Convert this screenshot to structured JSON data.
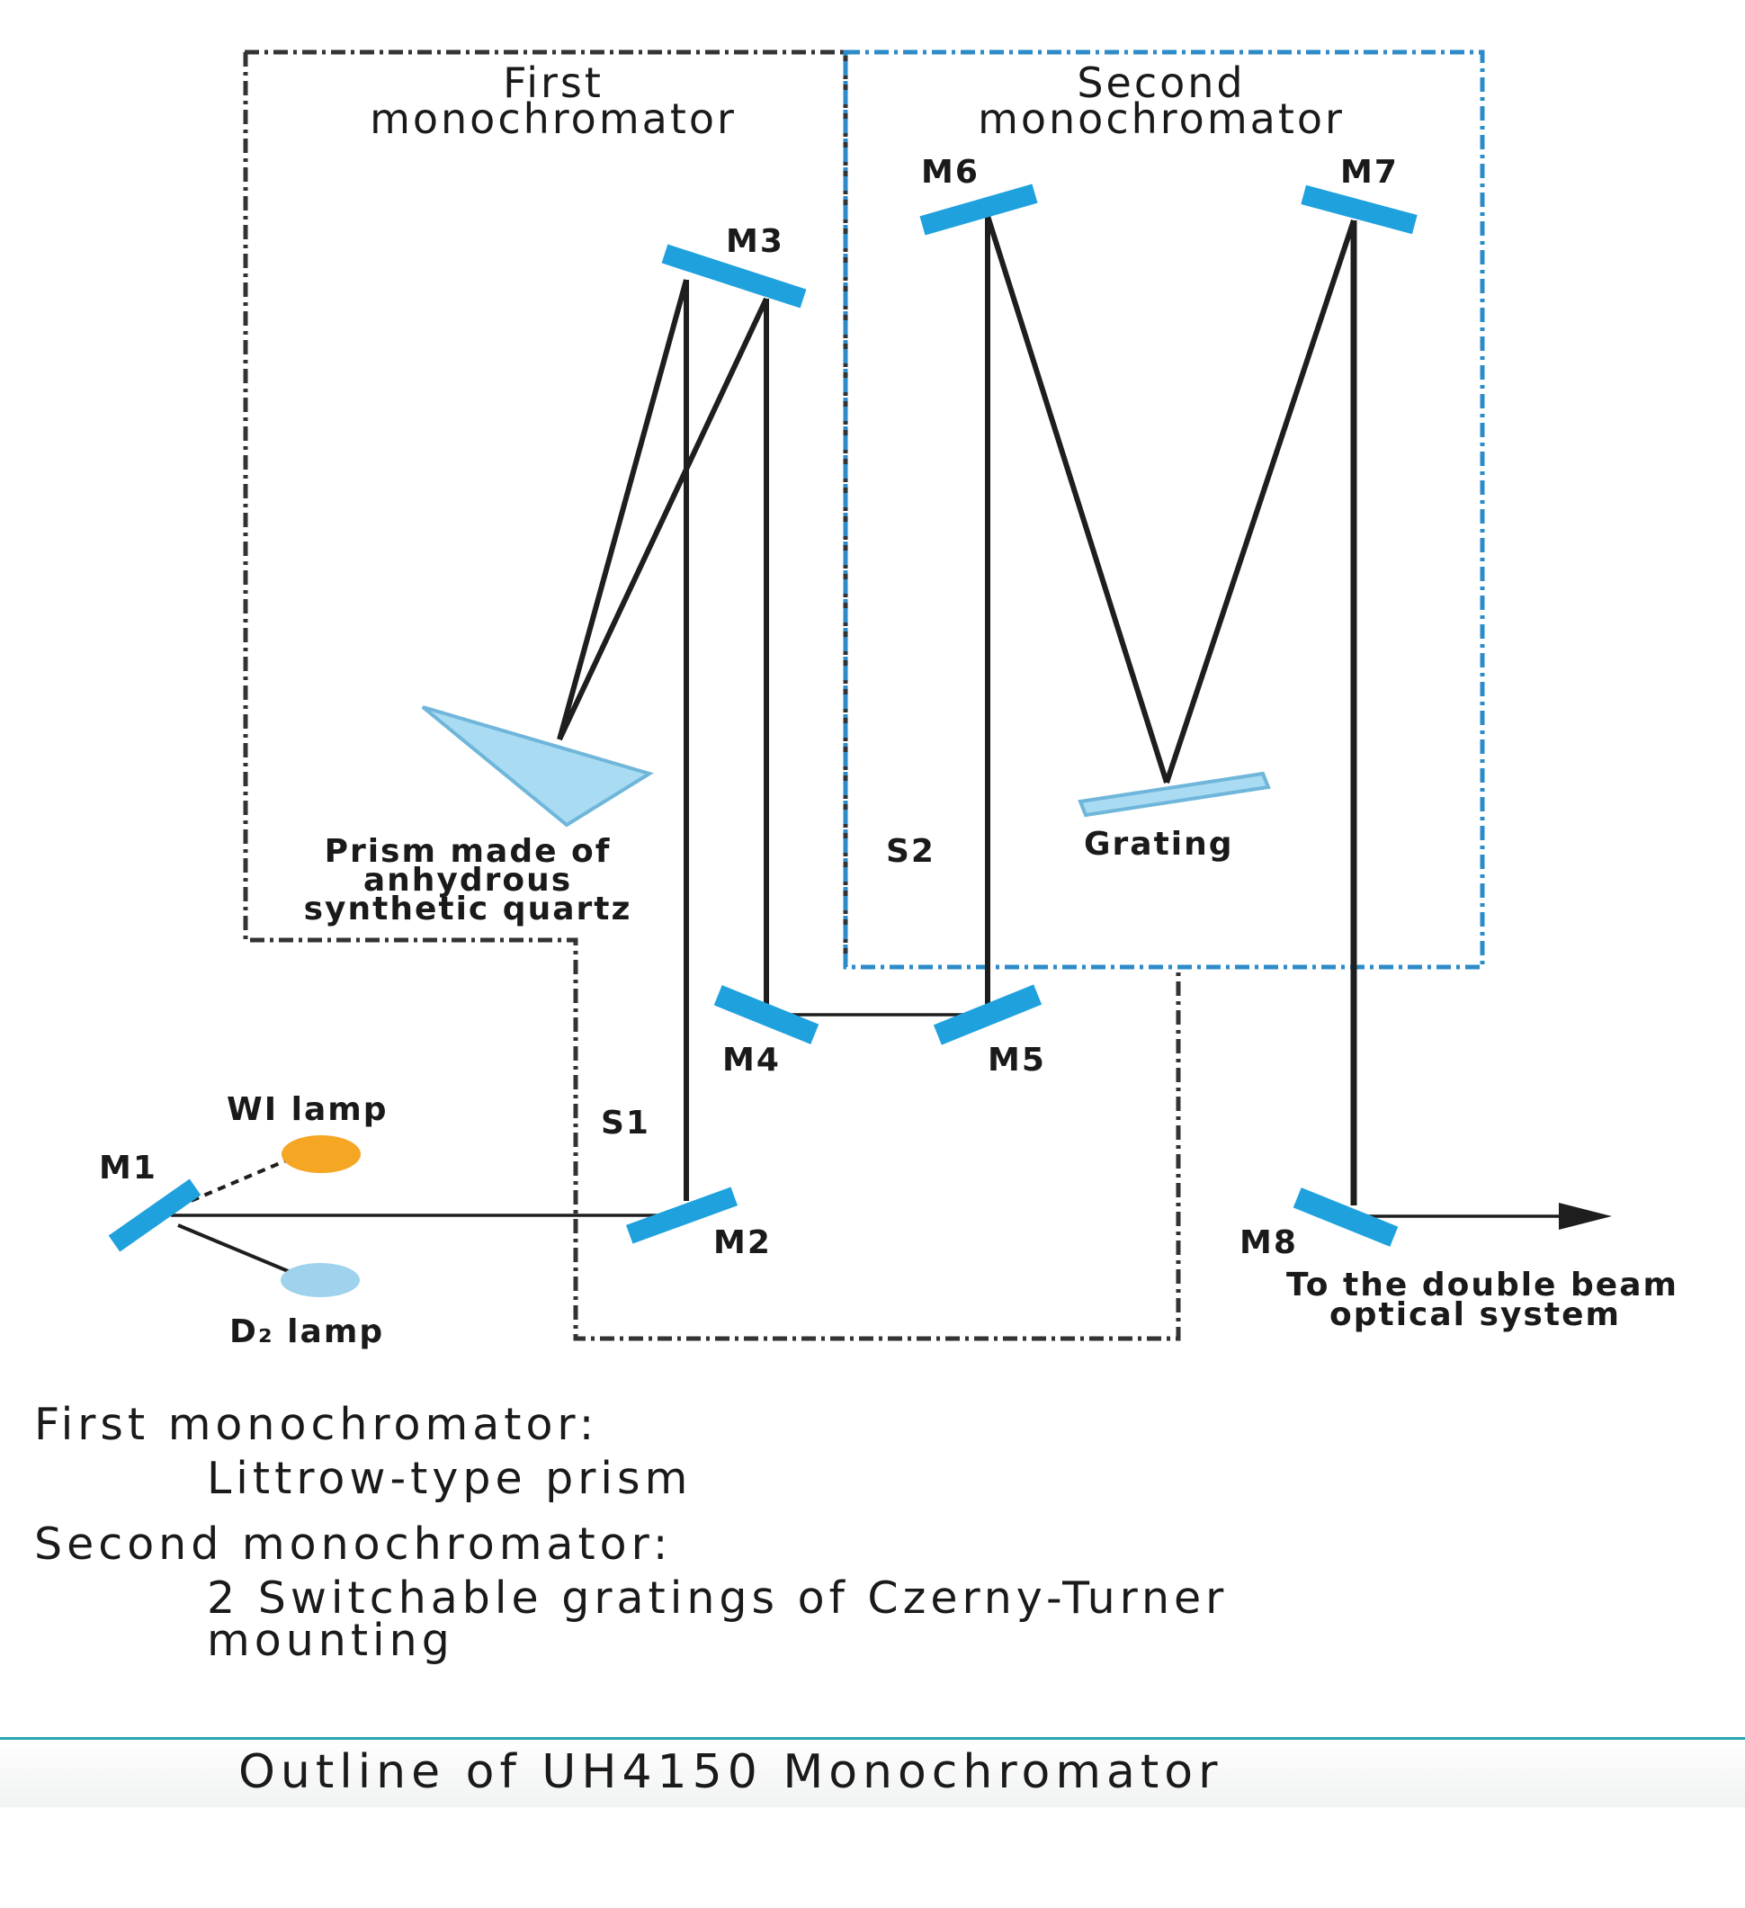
{
  "boxes": {
    "first_title_line1": "First",
    "first_title_line2": "monochromator",
    "second_title_line1": "Second",
    "second_title_line2": "monochromator"
  },
  "mirrors": {
    "m1": "M1",
    "m2": "M2",
    "m3": "M3",
    "m4": "M4",
    "m5": "M5",
    "m6": "M6",
    "m7": "M7",
    "m8": "M8"
  },
  "slits": {
    "s1": "S1",
    "s2": "S2"
  },
  "components": {
    "prism_line1": "Prism made of",
    "prism_line2": "anhydrous",
    "prism_line3": "synthetic quartz",
    "grating": "Grating",
    "wi_lamp": "WI lamp",
    "d2_lamp": "D₂ lamp",
    "output_line1": "To the double beam",
    "output_line2": "optical system"
  },
  "notes": {
    "first_heading": "First monochromator:",
    "first_detail": "Littrow-type prism",
    "second_heading": "Second monochromator:",
    "second_detail_line1": "2 Switchable gratings of Czerny-Turner",
    "second_detail_line2": "mounting"
  },
  "caption": "Outline of UH4150 Monochromator",
  "colors": {
    "mirror": "#1fa1de",
    "optic_fill": "#a9dcf3",
    "optic_stroke": "#6fb6da",
    "wi_lamp": "#f5a623",
    "d2_lamp": "#9fd2ec",
    "first_box": "#333333",
    "second_box": "#2e8bc9",
    "beam": "#1e1e1e",
    "caption_rule": "#2aa7b2"
  }
}
